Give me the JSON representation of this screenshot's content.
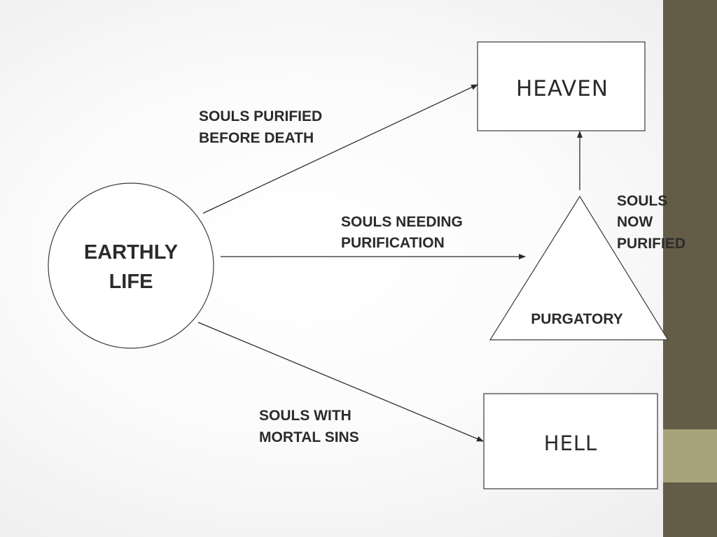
{
  "nodes": {
    "heaven": "HEAVEN",
    "hell": "HELL",
    "purgatory": "PURGATORY",
    "earthly_life": [
      "EARTHLY",
      "LIFE"
    ]
  },
  "edges": {
    "purified_before_death": [
      "SOULS PURIFIED",
      "BEFORE DEATH"
    ],
    "needing_purification": [
      "SOULS NEEDING",
      "PURIFICATION"
    ],
    "mortal_sins": [
      "SOULS WITH",
      "MORTAL SINS"
    ],
    "now_purified": [
      "SOULS",
      "NOW",
      "PURIFIED"
    ]
  },
  "colors": {
    "sidebar": "#645c47",
    "sidebar_accent": "#a8a27a",
    "ink": "#2b2b2b"
  }
}
